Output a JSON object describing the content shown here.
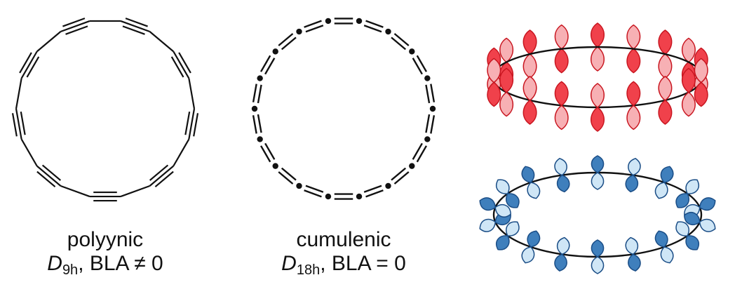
{
  "polyynic": {
    "name": "polyynic",
    "symmetry": {
      "letter": "D",
      "sub": "9h"
    },
    "bla": ", BLA ≠ 0"
  },
  "cumulenic": {
    "name": "cumulenic",
    "symmetry": {
      "letter": "D",
      "sub": "18h"
    },
    "bla": ", BLA = 0"
  },
  "colors": {
    "line": "#111111",
    "red_dark": "#f0414b",
    "red_light": "#f7b0b4",
    "red_stroke": "#c8151f",
    "blue_dark": "#3f7fbc",
    "blue_light": "#cfe6f6",
    "blue_stroke": "#1a4d86"
  },
  "atoms": 18
}
